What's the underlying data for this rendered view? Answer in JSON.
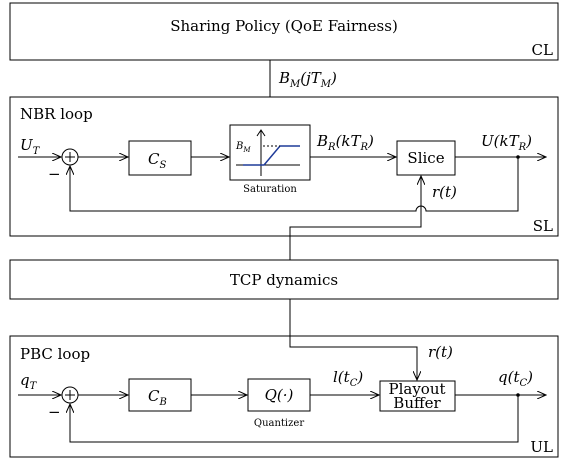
{
  "cl_box": {
    "title": "Sharing Policy (QoE Fairness)",
    "tag": "CL"
  },
  "signals": {
    "bm_main": "B",
    "bm_sub": "M",
    "bm_arg": "(jT",
    "bm_arg_sub": "M",
    "bm_close": ")",
    "ut_main": "U",
    "ut_sub": "T",
    "br_main": "B",
    "br_sub": "R",
    "br_arg": "(kT",
    "br_arg_sub": "R",
    "br_close": ")",
    "u_main": "U",
    "u_arg": "(kT",
    "u_arg_sub": "R",
    "u_close": ")",
    "r_sl": "r(t)",
    "r_ul": "r(t)",
    "qt_main": "q",
    "qt_sub": "T",
    "l_main": "l(t",
    "l_sub": "C",
    "l_close": ")",
    "q_main": "q(t",
    "q_sub": "C",
    "q_close": ")",
    "minus": "−"
  },
  "sl_box": {
    "loop_label": "NBR loop",
    "tag": "SL",
    "cs_main": "C",
    "cs_sub": "S",
    "saturation_label": "Saturation",
    "sat_bm_main": "B",
    "sat_bm_sub": "M",
    "slice_label": "Slice"
  },
  "tcp_box": {
    "title": "TCP dynamics"
  },
  "ul_box": {
    "loop_label": "PBC loop",
    "tag": "UL",
    "cb_main": "C",
    "cb_sub": "B",
    "q_block": "Q(·)",
    "quantizer_label": "Quantizer",
    "playout_line1": "Playout",
    "playout_line2": "Buffer"
  }
}
